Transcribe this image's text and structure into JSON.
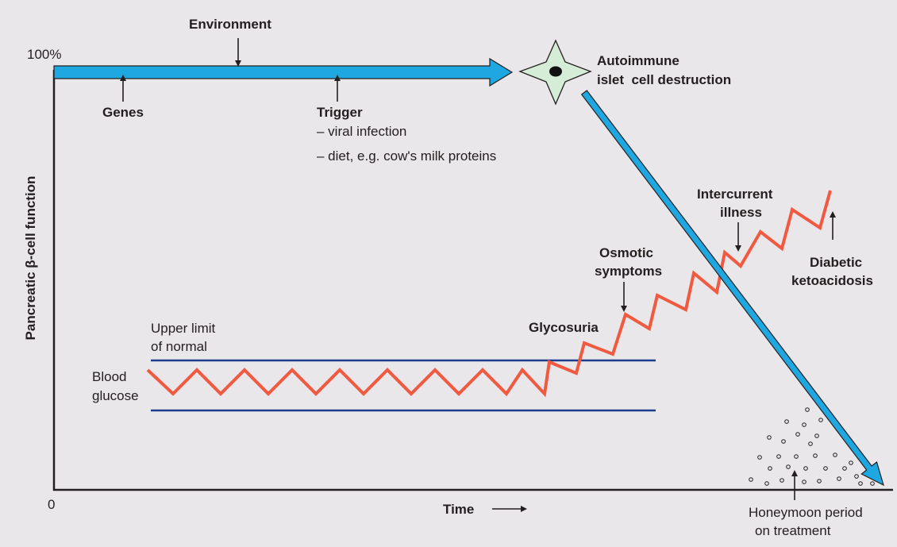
{
  "axis": {
    "y_label": "Pancreatic β-cell function",
    "y_top": "100%",
    "origin": "0",
    "x_label": "Time"
  },
  "labels": {
    "environment": "Environment",
    "genes": "Genes",
    "trigger": "Trigger",
    "trigger_items": [
      "– viral infection",
      "– diet, e.g. cow's milk proteins"
    ],
    "autoimmune": [
      "Autoimmune",
      "islet  cell destruction"
    ],
    "upper_limit": [
      "Upper limit",
      "of normal"
    ],
    "blood_glucose": [
      "Blood",
      "glucose"
    ],
    "glycosuria": "Glycosuria",
    "osmotic": [
      "Osmotic",
      "symptoms"
    ],
    "intercurrent": [
      "Intercurrent",
      "illness"
    ],
    "diabetic": [
      "Diabetic",
      "ketoacidosis"
    ],
    "honeymoon": [
      "Honeymoon period",
      "on treatment"
    ]
  },
  "colors": {
    "background": "#e9e7e9",
    "beta_cell_arrow": "#1ea7e1",
    "glucose_line": "#ef5a40",
    "normal_range_lines": "#1b3c8f",
    "cell_fill": "#d5ecd6",
    "text": "#231f20"
  }
}
